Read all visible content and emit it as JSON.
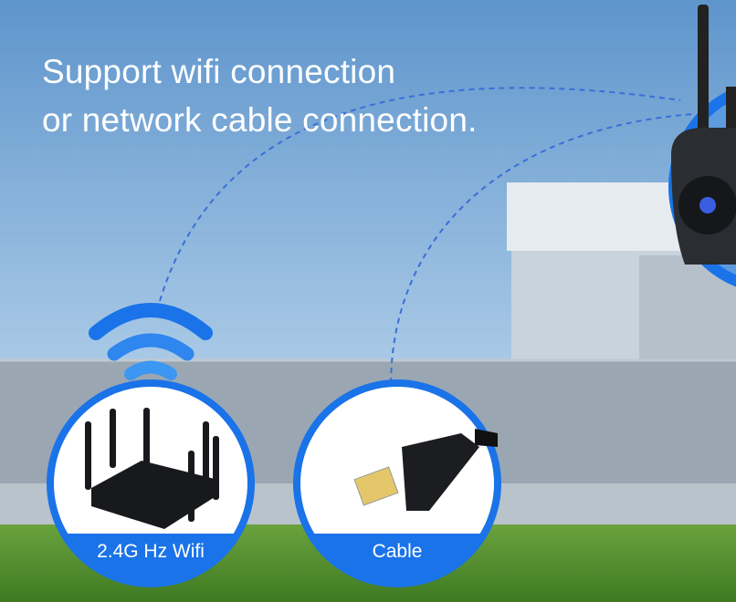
{
  "headline": {
    "line1": "Support wifi connection",
    "line2": "or network cable connection."
  },
  "options": [
    {
      "label": "2.4G Hz Wifi",
      "icon": "router-icon"
    },
    {
      "label": "Cable",
      "icon": "ethernet-cable-icon"
    }
  ],
  "colors": {
    "accent": "#1a73e8",
    "sky": "#6fa3d4",
    "grass": "#4e8a2c"
  }
}
